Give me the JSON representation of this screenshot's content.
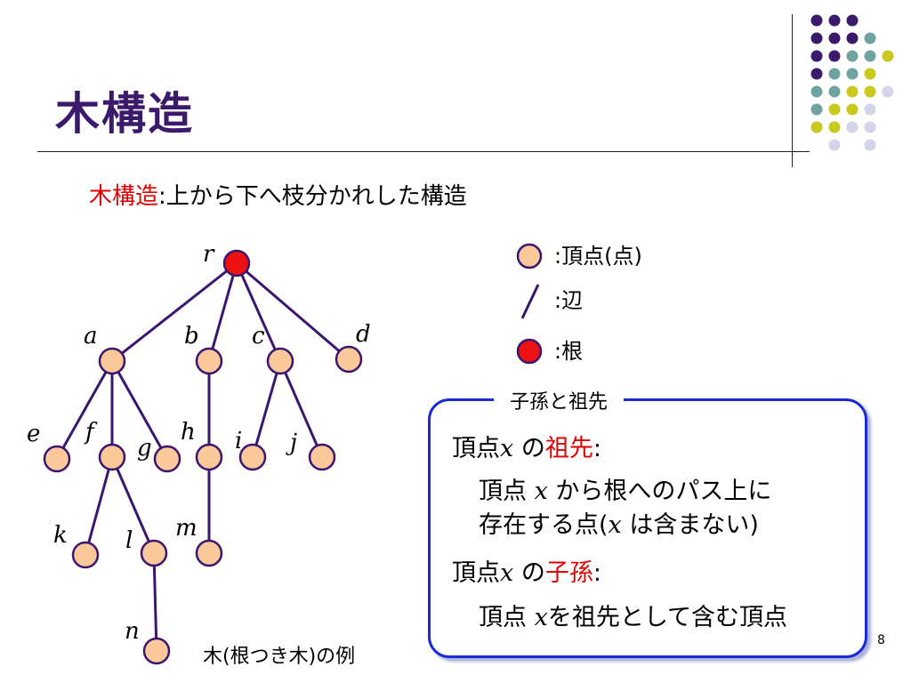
{
  "slide": {
    "title": "木構造",
    "page_number": "8"
  },
  "definition": {
    "term": "木構造",
    "text": ":上から下へ枝分かれした構造"
  },
  "tree": {
    "nodes": [
      "r",
      "a",
      "b",
      "c",
      "d",
      "e",
      "f",
      "g",
      "h",
      "i",
      "j",
      "k",
      "l",
      "m",
      "n"
    ],
    "root": "r",
    "edges": [
      [
        "r",
        "a"
      ],
      [
        "r",
        "b"
      ],
      [
        "r",
        "c"
      ],
      [
        "r",
        "d"
      ],
      [
        "a",
        "e"
      ],
      [
        "a",
        "f"
      ],
      [
        "a",
        "g"
      ],
      [
        "b",
        "h"
      ],
      [
        "c",
        "i"
      ],
      [
        "c",
        "j"
      ],
      [
        "f",
        "k"
      ],
      [
        "f",
        "l"
      ],
      [
        "h",
        "m"
      ],
      [
        "l",
        "n"
      ]
    ],
    "caption": "木(根つき木)の例"
  },
  "legend": {
    "vertex": ":頂点(点)",
    "edge": ":辺",
    "root": ":根"
  },
  "box": {
    "title": "子孫と祖先",
    "ancestor_prefix": "頂点",
    "ancestor_var": "x",
    "ancestor_mid": "の",
    "ancestor_term": "祖先",
    "ancestor_colon": ":",
    "ancestor_def1_a": "頂点",
    "ancestor_def1_var": "x",
    "ancestor_def1_b": "から根へのパス上に",
    "ancestor_def2_a": "存在する点(",
    "ancestor_def2_var": "x",
    "ancestor_def2_b": "は含まない)",
    "desc_prefix": "頂点",
    "desc_var": "x",
    "desc_mid": "の",
    "desc_term": "子孫",
    "desc_colon": ":",
    "desc_def_a": "頂点",
    "desc_def_var": "x",
    "desc_def_b": "を祖先として含む頂点"
  },
  "colors": {
    "title": "#3b1a6b",
    "node_fill": "#fbc89a",
    "root_fill": "#ee1111",
    "edge": "#3a1670",
    "box_border": "#1a2ad6",
    "highlight": "#e00000",
    "dot_purple": "#3b1a6b",
    "dot_teal": "#6fa3a0",
    "dot_yellow": "#c8c81e",
    "dot_lavender": "#d4d4ea"
  }
}
